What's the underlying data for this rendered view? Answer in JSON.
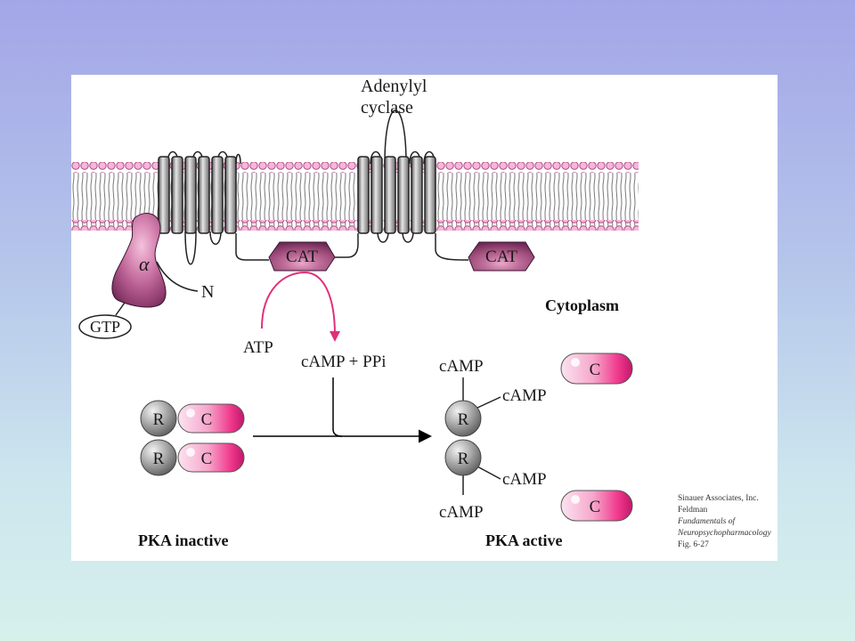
{
  "diagram": {
    "labels": {
      "adenylyl_line1": "Adenylyl",
      "adenylyl_line2": "cyclase",
      "cat": "CAT",
      "alpha": "α",
      "n_terminus": "N",
      "gtp": "GTP",
      "cytoplasm": "Cytoplasm",
      "atp": "ATP",
      "camp_ppi": "cAMP + PPi",
      "r": "R",
      "c": "C",
      "camp": "cAMP",
      "pka_inactive": "PKA inactive",
      "pka_active": "PKA active"
    },
    "credit": {
      "line1": "Sinauer Associates, Inc.",
      "line2": "Feldman",
      "line3": "Fundamentals of",
      "line4": "Neuropsychopharmacology",
      "line5": "Fig. 6-27"
    },
    "colors": {
      "background_top": "#a3a6e8",
      "background_bottom": "#d6f0ec",
      "lipid_head": "#f4b8d8",
      "catalytic_domain": "#9b4a78",
      "c_subunit": "#f0388c",
      "r_subunit": "#8a8a8a",
      "reaction_arrow": "#e0307a"
    }
  }
}
